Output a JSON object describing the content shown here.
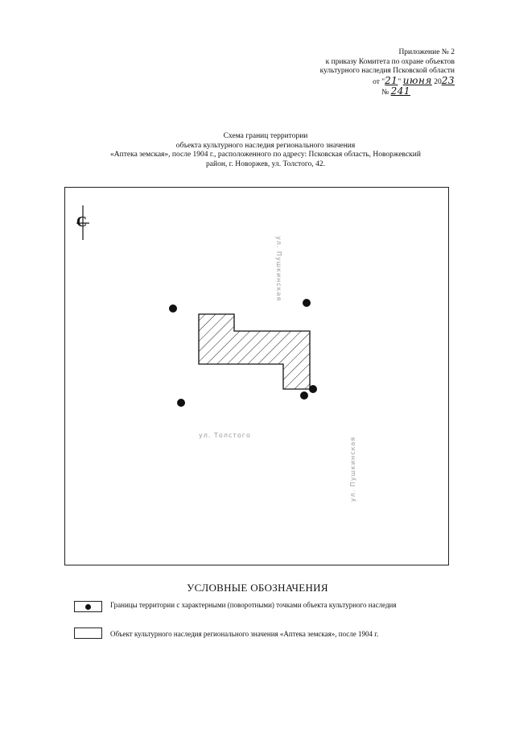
{
  "annex": {
    "line1": "Приложение № 2",
    "line2": "к приказу Комитета по охране объектов",
    "line3": "культурного наследия Псковской области",
    "date_prefix": "от \"",
    "date_day": "21",
    "date_mid": "\" ",
    "date_month": "июня",
    "date_year_prefix": " 20",
    "date_year": "23",
    "number_prefix": "№ ",
    "number": "241"
  },
  "title": {
    "line1": "Схема границ территории",
    "line2": "объекта культурного наследия регионального значения",
    "line3": "«Аптека земская», после 1904 г., расположенного по адресу: Псковская область, Новоржевский",
    "line4": "район, г. Новоржев, ул. Толстого, 42."
  },
  "map": {
    "north_symbol": "С",
    "street_right_top": "ул. Пушкинская",
    "street_bottom": "ул. Толстого",
    "street_right_bottom": "ул. Пушкинская"
  },
  "legend": {
    "title": "УСЛОВНЫЕ ОБОЗНАЧЕНИЯ",
    "item1": "Границы территории с характерными (поворотными) точками объекта культурного наследия",
    "item2": "Объект культурного наследия регионального значения «Аптека земская», после 1904 г."
  },
  "colors": {
    "ink": "#111111",
    "faint_text": "#9a9a9a"
  }
}
